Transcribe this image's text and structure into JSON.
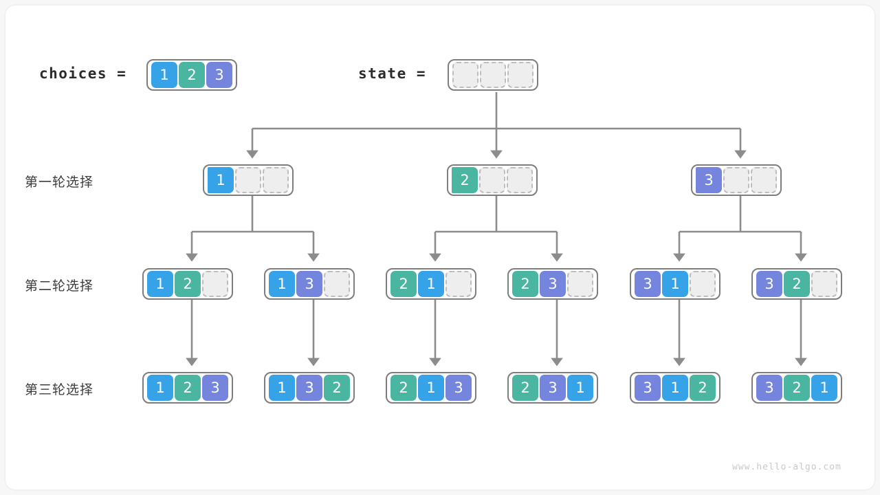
{
  "legend": {
    "choices_label": "choices  =",
    "state_label": "state  =",
    "choices_values": [
      "1",
      "2",
      "3"
    ],
    "state_values": [
      "",
      "",
      ""
    ]
  },
  "rows": [
    {
      "label": "第一轮选择"
    },
    {
      "label": "第二轮选择"
    },
    {
      "label": "第三轮选择"
    }
  ],
  "level1": [
    {
      "cells": [
        "1",
        "",
        ""
      ]
    },
    {
      "cells": [
        "2",
        "",
        ""
      ]
    },
    {
      "cells": [
        "3",
        "",
        ""
      ]
    }
  ],
  "level2": [
    {
      "cells": [
        "1",
        "2",
        ""
      ]
    },
    {
      "cells": [
        "1",
        "3",
        ""
      ]
    },
    {
      "cells": [
        "2",
        "1",
        ""
      ]
    },
    {
      "cells": [
        "2",
        "3",
        ""
      ]
    },
    {
      "cells": [
        "3",
        "1",
        ""
      ]
    },
    {
      "cells": [
        "3",
        "2",
        ""
      ]
    }
  ],
  "level3": [
    {
      "cells": [
        "1",
        "2",
        "3"
      ]
    },
    {
      "cells": [
        "1",
        "3",
        "2"
      ]
    },
    {
      "cells": [
        "2",
        "1",
        "3"
      ]
    },
    {
      "cells": [
        "2",
        "3",
        "1"
      ]
    },
    {
      "cells": [
        "3",
        "1",
        "2"
      ]
    },
    {
      "cells": [
        "3",
        "2",
        "1"
      ]
    }
  ],
  "watermark": "www.hello-algo.com",
  "colors": {
    "value_1": "#36a3e8",
    "value_2": "#4ab5a1",
    "value_3": "#7585de",
    "empty_fill": "#eeeeee",
    "empty_border": "#bdbdbd",
    "box_border": "#7d7d7d",
    "wire": "#8c8c8c",
    "card": "#ffffff",
    "background": "#f7f7f7",
    "text": "#2b2b2b",
    "watermark": "#c9c9c9"
  }
}
